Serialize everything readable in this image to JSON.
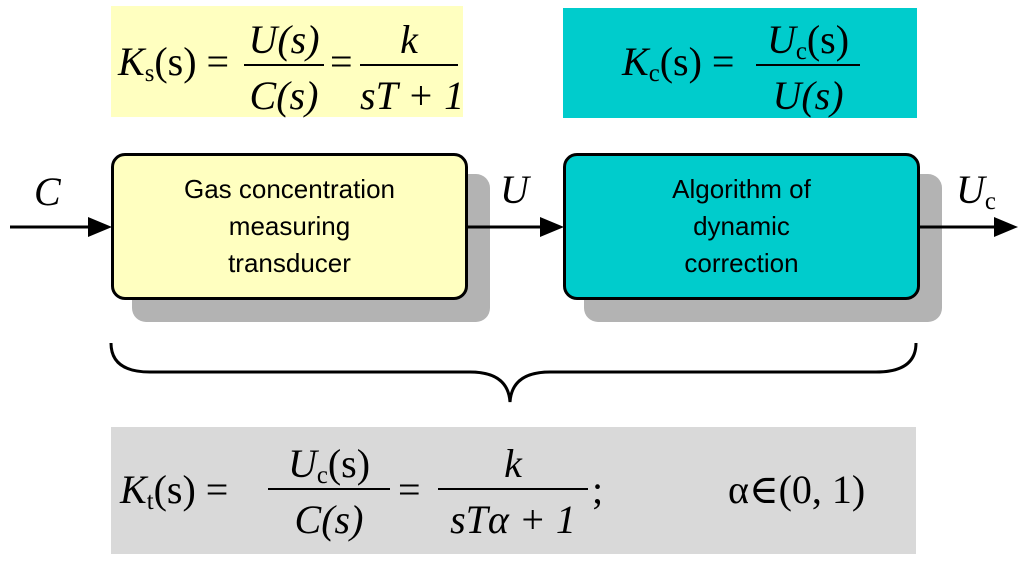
{
  "top_left_formula": {
    "lhs": "K",
    "lhs_sub": "s",
    "lhs_arg": "(s) =",
    "frac1_num": "U(s)",
    "frac1_den": "C(s)",
    "eq2": "=",
    "frac2_num": "k",
    "frac2_den": "sT + 1"
  },
  "top_right_formula": {
    "lhs": "K",
    "lhs_sub": "c",
    "lhs_arg": "(s) =",
    "frac_num_main": "U",
    "frac_num_sub": "c",
    "frac_num_arg": "(s)",
    "frac_den": "U(s)"
  },
  "signals": {
    "input": "C",
    "middle": "U",
    "output_main": "U",
    "output_sub": "c"
  },
  "blocks": {
    "transducer": "Gas concentration\nmeasuring\ntransducer",
    "correction": "Algorithm of\ndynamic\ncorrection"
  },
  "bottom_formula": {
    "lhs": "K",
    "lhs_sub": "t",
    "lhs_arg": "(s) =",
    "frac1_num_main": "U",
    "frac1_num_sub": "c",
    "frac1_num_arg": "(s)",
    "frac1_den": "C(s)",
    "eq2": "=",
    "frac2_num": "k",
    "frac2_den": "sTα + 1",
    "semicolon": ";",
    "condition": "α∈(0, 1)"
  },
  "colors": {
    "transducer_fill": "#ffffc0",
    "correction_fill": "#00cccc",
    "bottom_panel": "#d9d9d9",
    "shadow": "#b3b3b3"
  }
}
